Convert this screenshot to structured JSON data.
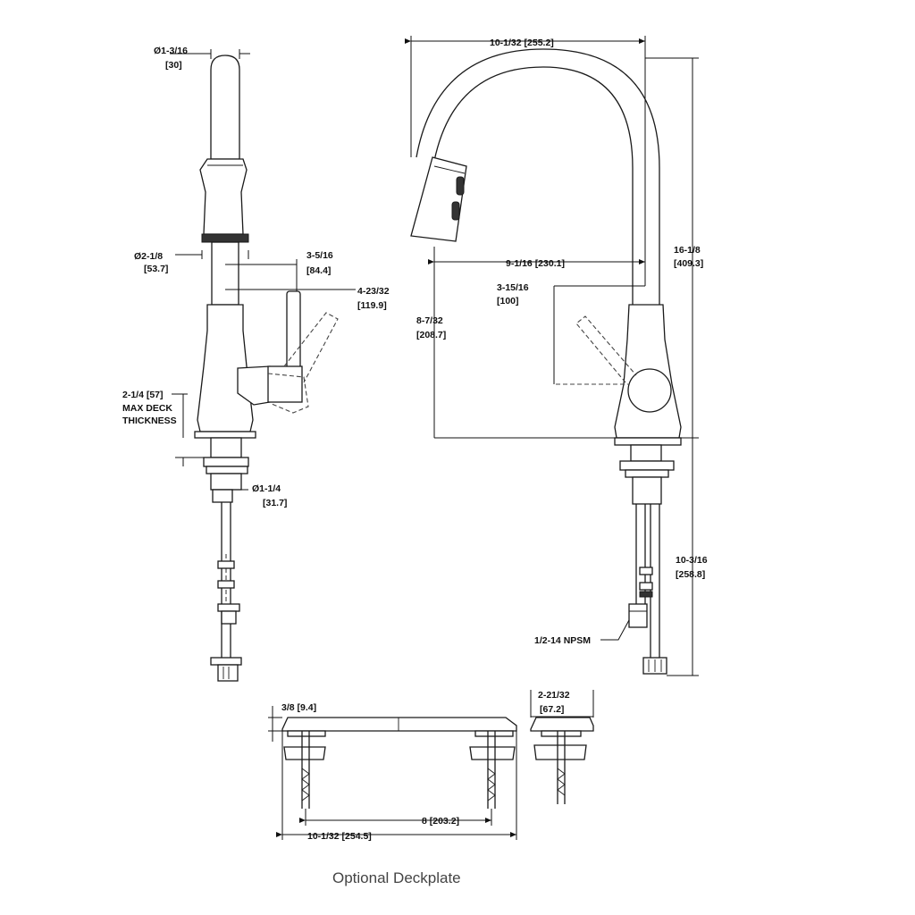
{
  "side_view": {
    "top_diameter": "Ø1-3/16",
    "top_diameter_mm": "[30]",
    "spray_diameter": "Ø2-1/8",
    "spray_diameter_mm": "[53.7]",
    "handle_offset": "3-5/16",
    "handle_offset_mm": "[84.4]",
    "handle_reach": "4-23/32",
    "handle_reach_mm": "[119.9]",
    "deck_thickness": "2-1/4  [57]",
    "deck_thickness_note_1": "MAX DECK",
    "deck_thickness_note_2": "THICKNESS",
    "shank_diameter": "Ø1-1/4",
    "shank_diameter_mm": "[31.7]"
  },
  "front_view": {
    "overall_width": "10-1/32  [255.2]",
    "spout_reach": "9-1/16  [230.1]",
    "handle_clearance": "3-15/16",
    "handle_clearance_mm": "[100]",
    "spout_height": "8-7/32",
    "spout_height_mm": "[208.7]",
    "overall_height": "16-1/8",
    "overall_height_mm": "[409.3]",
    "supply_length": "10-3/16",
    "supply_length_mm": "[258.8]",
    "connection": "1/2-14  NPSM"
  },
  "deckplate": {
    "thickness": "3/8 [9.4]",
    "hole_spacing": "8  [203.2]",
    "length": "10-1/32  [254.5]",
    "width": "2-21/32",
    "width_mm": "[67.2]",
    "caption": "Optional Deckplate"
  }
}
